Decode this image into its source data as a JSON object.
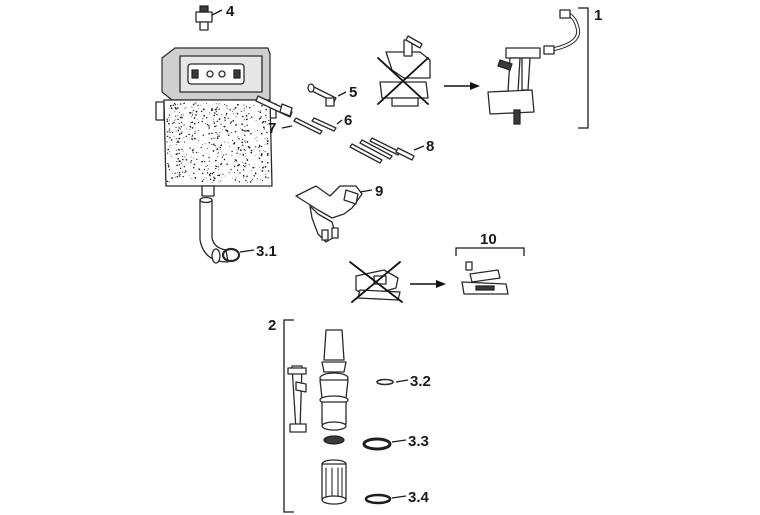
{
  "diagram": {
    "callouts": {
      "c1": "1",
      "c2": "2",
      "c3_1": "3.1",
      "c3_2": "3.2",
      "c3_3": "3.3",
      "c3_4": "3.4",
      "c4": "4",
      "c5": "5",
      "c6": "6",
      "c7": "7",
      "c8": "8",
      "c9": "9",
      "c10": "10"
    },
    "colors": {
      "line": "#2a2a2a",
      "fill": "#ffffff",
      "dark": "#3a3a3a"
    }
  }
}
